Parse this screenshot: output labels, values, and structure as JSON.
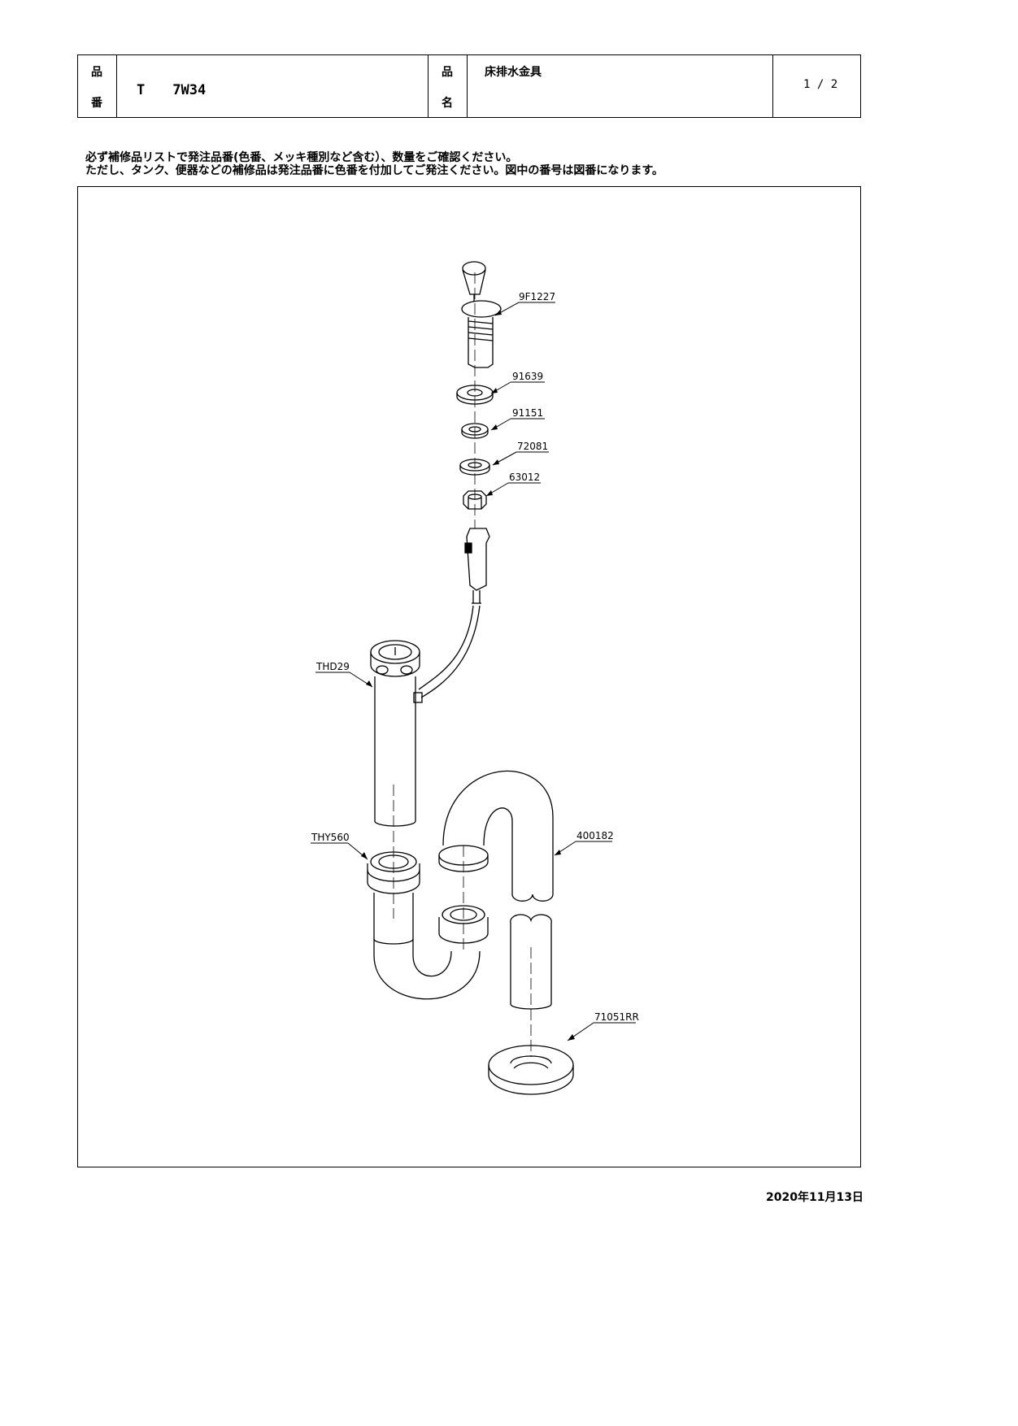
{
  "header": {
    "product_number_label_top": "品",
    "product_number_label_bottom": "番",
    "product_number": "T　　7W34",
    "product_name_label_top": "品",
    "product_name_label_bottom": "名",
    "product_name": "床排水金具",
    "page": "1 / 2"
  },
  "notes": {
    "line1": "必ず補修品リストで発注品番(色番、メッキ種別など含む）、数量をご確認ください。",
    "line2": "ただし、タンク、便器などの補修品は発注品番に色番を付加してご発注ください。図中の番号は図番になります。"
  },
  "parts": [
    {
      "id": "part-9F1227",
      "label": "9F1227"
    },
    {
      "id": "part-91639",
      "label": "91639"
    },
    {
      "id": "part-91151",
      "label": "91151"
    },
    {
      "id": "part-72081",
      "label": "72081"
    },
    {
      "id": "part-63012",
      "label": "63012"
    },
    {
      "id": "part-THD29",
      "label": "THD29"
    },
    {
      "id": "part-THY560",
      "label": "THY560"
    },
    {
      "id": "part-400182",
      "label": "400182"
    },
    {
      "id": "part-71051RR",
      "label": "71051RR"
    }
  ],
  "footer": {
    "date": "2020年11月13日"
  }
}
